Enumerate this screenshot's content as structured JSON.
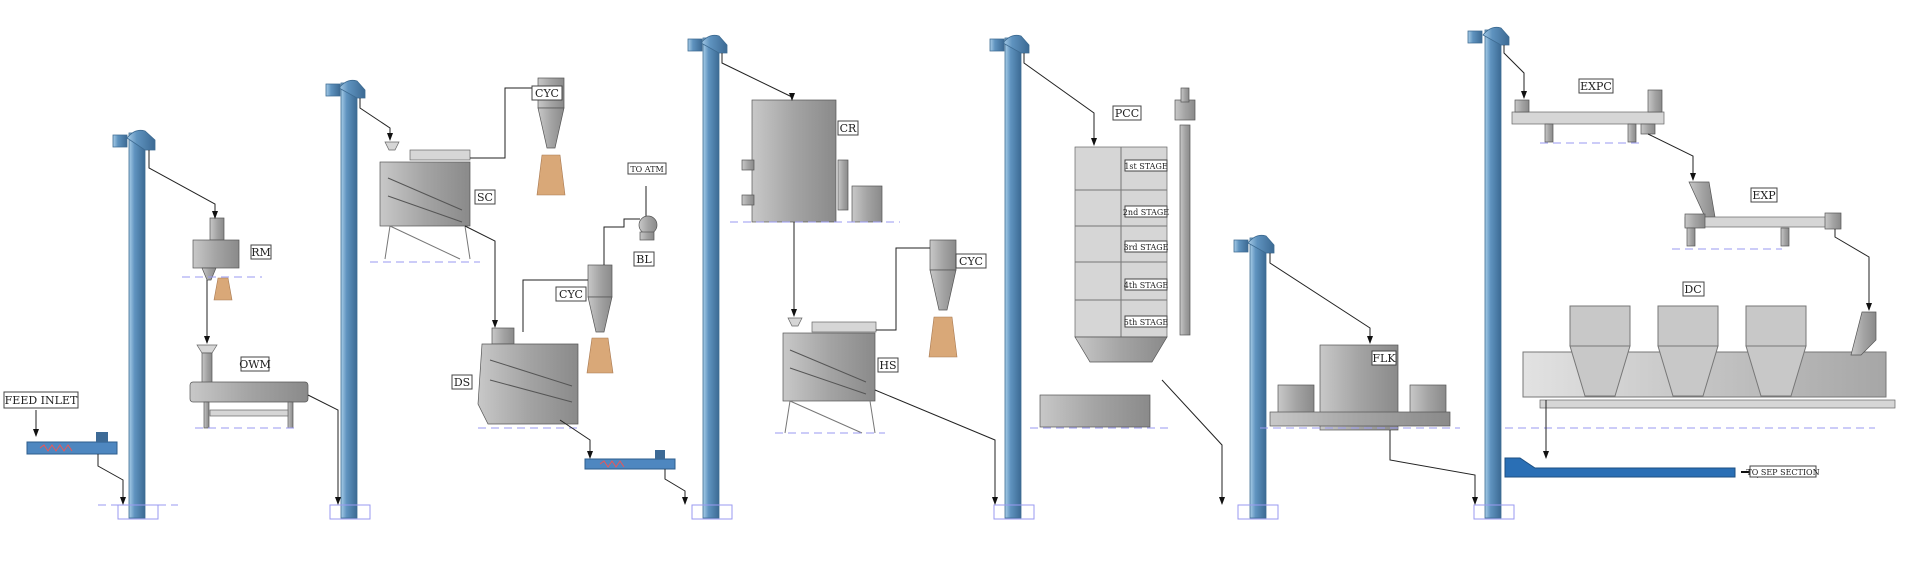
{
  "labels": {
    "feed_inlet": "FEED INLET",
    "rm": "RM",
    "owm": "OWM",
    "sc": "SC",
    "cyc1": "CYC",
    "ds": "DS",
    "cyc2": "CYC",
    "bl": "BL",
    "to_atm": "TO ATM",
    "cr": "CR",
    "hs": "HS",
    "cyc3": "CYC",
    "pcc": "PCC",
    "stage1": "1st STAGE",
    "stage2": "2nd STAGE",
    "stage3": "3rd STAGE",
    "stage4": "4th STAGE",
    "stage5": "5th STAGE",
    "flk": "FLK",
    "expc": "EXPC",
    "exp": "EXP",
    "dc": "DC",
    "to_sep": "TO SEP SECTION"
  },
  "colors": {
    "elevator": "#4f82ad",
    "conveyor": "#2a6fb5",
    "machine": "#a0a0a0",
    "bag": "#d9a878"
  }
}
